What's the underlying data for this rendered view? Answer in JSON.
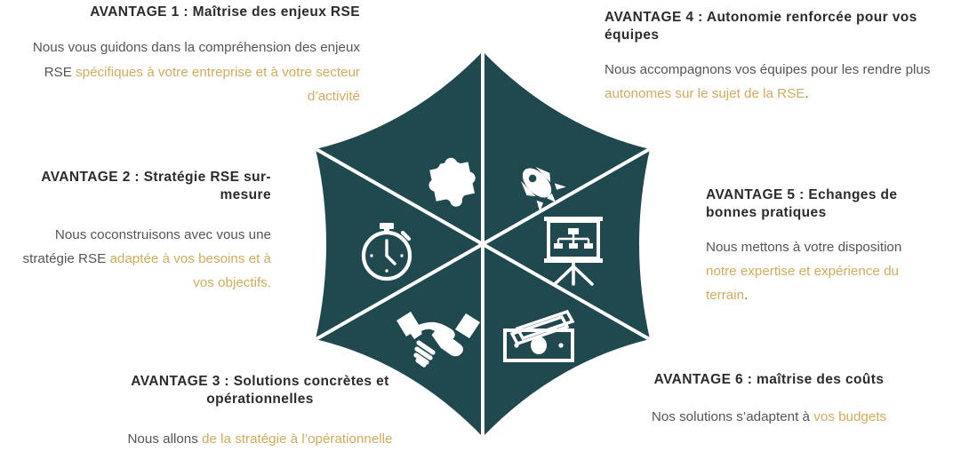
{
  "theme": {
    "hex_fill": "#20494f",
    "hex_divider": "#ffffff",
    "icon_color": "#ffffff",
    "heading_color": "#2b2b2b",
    "body_color": "#555555",
    "accent_color": "#d2ab5b",
    "background": "#ffffff"
  },
  "advantages": [
    {
      "id": "avantage-1",
      "title": "AVANTAGE 1 : Maîtrise des enjeux RSE",
      "body_plain_1": "Nous vous guidons dans la compréhension des",
      "body_plain_2": "enjeux RSE ",
      "body_highlight": "spécifiques à votre entreprise et à votre secteur d’activité",
      "icon": "puzzle-piece-icon",
      "align": "right"
    },
    {
      "id": "avantage-2",
      "title": "AVANTAGE 2 : Stratégie RSE sur-mesure",
      "body_plain_1": "Nous coconstruisons avec vous une",
      "body_plain_2": "stratégie RSE ",
      "body_highlight": "adaptée à vos besoins et à vos objectifs.",
      "icon": "stopwatch-icon",
      "align": "right"
    },
    {
      "id": "avantage-3",
      "title": "AVANTAGE 3 : Solutions concrètes et opérationnelles",
      "body_plain_1": "Nous allons ",
      "body_highlight": "de la stratégie à l’opérationnelle",
      "icon": "handshake-icon",
      "align": "center"
    },
    {
      "id": "avantage-4",
      "title": "AVANTAGE 4 : Autonomie renforcée pour vos équipes",
      "body_plain_1": "Nous accompagnons vos équipes pour les",
      "body_plain_2": "rendre plus ",
      "body_highlight": "autonomes sur le sujet de la RSE",
      "body_tail": ".",
      "icon": "rocket-icon",
      "align": "left"
    },
    {
      "id": "avantage-5",
      "title": "AVANTAGE 5 : Echanges de bonnes pratiques",
      "body_plain_1": "Nous mettons à votre disposition",
      "body_highlight": "notre expertise et expérience du terrain",
      "body_tail": ".",
      "icon": "presentation-board-icon",
      "align": "left"
    },
    {
      "id": "avantage-6",
      "title": "AVANTAGE 6 : maîtrise des coûts",
      "body_plain_1": "Nos solutions s’adaptent à ",
      "body_highlight": "vos budgets",
      "icon": "banknotes-icon",
      "align": "center"
    }
  ],
  "hexagon": {
    "segments": [
      {
        "position": "top-left",
        "icon": "puzzle-piece-icon"
      },
      {
        "position": "top-right",
        "icon": "rocket-icon"
      },
      {
        "position": "middle-left",
        "icon": "stopwatch-icon"
      },
      {
        "position": "middle-right",
        "icon": "presentation-board-icon"
      },
      {
        "position": "bottom-left",
        "icon": "handshake-icon"
      },
      {
        "position": "bottom-right",
        "icon": "banknotes-icon"
      }
    ]
  }
}
